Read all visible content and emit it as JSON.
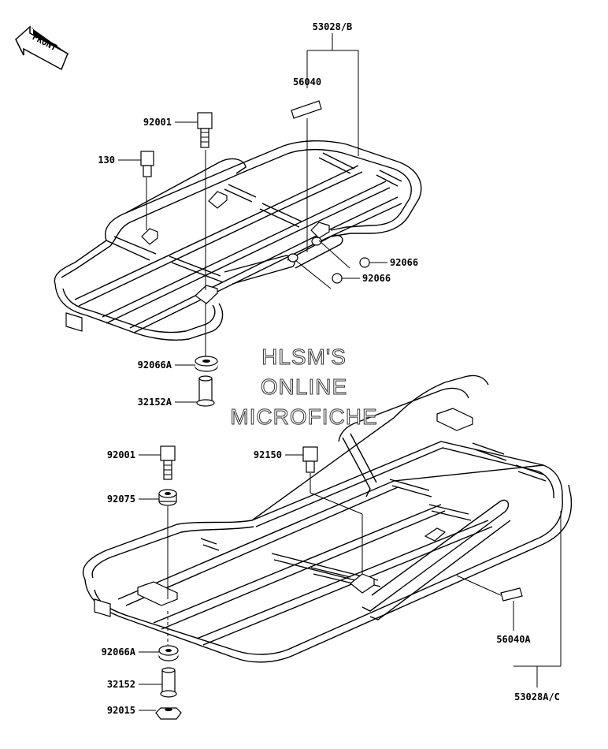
{
  "front_arrow": {
    "label": "FRONT"
  },
  "watermark": {
    "line1": "HLSM'S",
    "line2": "ONLINE",
    "line3": "MICROFICHE"
  },
  "labels": {
    "top_assembly": "53028/B",
    "top_label_decal": "56040",
    "top_bolt": "92001",
    "top_bolt_small": "130",
    "top_cap_1": "92066",
    "top_cap_2": "92066",
    "top_cushion": "92066A",
    "top_collar": "32152A",
    "bottom_bolt_left": "92001",
    "bottom_bolt_right": "92150",
    "bottom_grommet": "92075",
    "bottom_cushion": "92066A",
    "bottom_collar": "32152",
    "bottom_nut": "92015",
    "bottom_label_decal": "56040A",
    "bottom_assembly": "53028A/C"
  }
}
